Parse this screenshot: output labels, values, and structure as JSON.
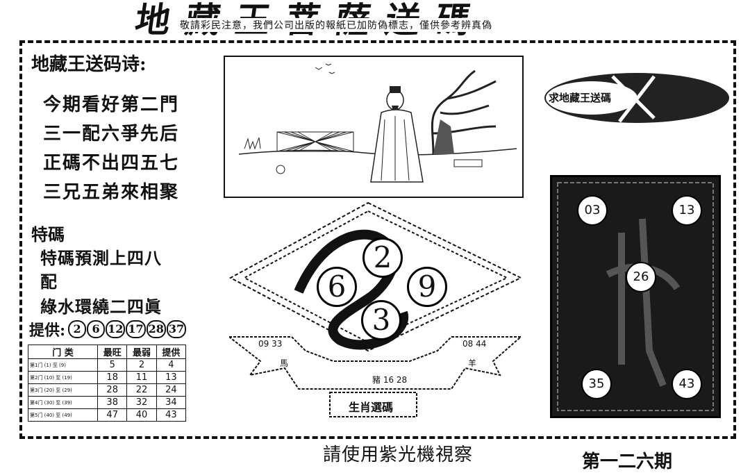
{
  "header": {
    "title": "地藏王菩薩送碼",
    "subtitle": "敬請彩民注意，我們公司出版的報紙已加防偽標志，僅供參考辨真偽"
  },
  "poem": {
    "heading": "地藏王送码诗:",
    "lines": [
      "今期看好第二門",
      "三一配六爭先后",
      "正碼不出四五七",
      "三兄五弟來相聚"
    ]
  },
  "tema": {
    "heading": "特碼",
    "line1": "特碼預測上四八",
    "line2": "配",
    "line3": "綠水環繞二四眞"
  },
  "provide": {
    "label": "提供:",
    "numbers": [
      "2",
      "6",
      "12",
      "17",
      "28",
      "37"
    ]
  },
  "stats_table": {
    "headers": [
      "门  类",
      "最旺",
      "最弱",
      "提供"
    ],
    "rows": [
      {
        "name": "第1门 (1) 至 (9)",
        "best": "5",
        "worst": "2",
        "provide": "4"
      },
      {
        "name": "第2门 (10) 至 (19)",
        "best": "18",
        "worst": "11",
        "provide": "13"
      },
      {
        "name": "第3门 (20) 至 (29)",
        "best": "28",
        "worst": "22",
        "provide": "24"
      },
      {
        "name": "第4门 (30) 至 (39)",
        "best": "38",
        "worst": "32",
        "provide": "34"
      },
      {
        "name": "第5门 (40) 至 (49)",
        "best": "47",
        "worst": "40",
        "provide": "43"
      }
    ]
  },
  "oval": {
    "text": "求地藏王送碼"
  },
  "dark_panel": {
    "numbers": [
      "03",
      "13",
      "26",
      "35",
      "43"
    ]
  },
  "diamond": {
    "balls": [
      "2",
      "6",
      "9",
      "3"
    ],
    "left_ribbon_nums": "09 33",
    "left_animal": "馬",
    "right_ribbon_nums": "08 44",
    "right_animal": "羊",
    "bottom_label": "豬 16 28",
    "banner": "生肖選碼"
  },
  "footer": {
    "instruction": "請使用紫光機視察",
    "issue": "第一二六期"
  }
}
